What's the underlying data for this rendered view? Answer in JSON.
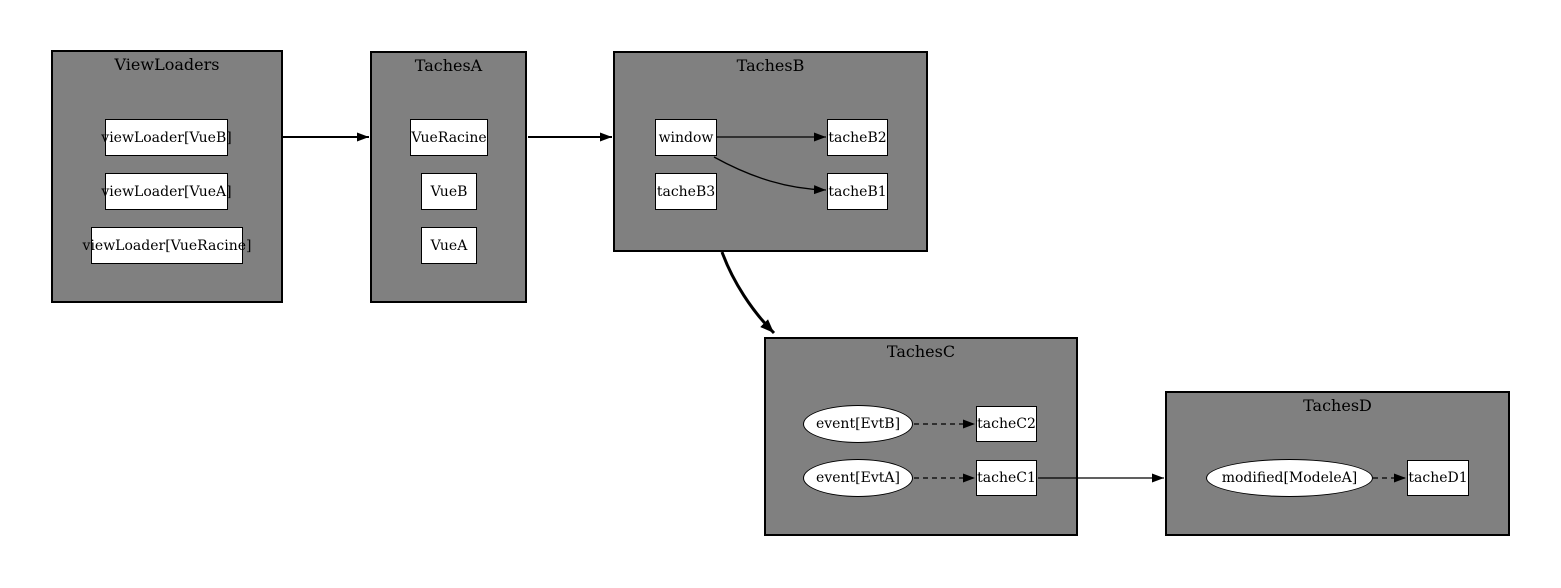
{
  "diagram": {
    "type": "flow-diagram",
    "colors": {
      "background": "#ffffff",
      "cluster_fill": "#808080",
      "cluster_border": "#000000",
      "node_fill": "#ffffff",
      "node_border": "#000000",
      "edge_color": "#000000"
    },
    "clusters": [
      {
        "title": "ViewLoaders",
        "nodes": [
          {
            "label": "viewLoader[VueB]",
            "shape": "box"
          },
          {
            "label": "viewLoader[VueA]",
            "shape": "box"
          },
          {
            "label": "viewLoader[VueRacine]",
            "shape": "box"
          }
        ]
      },
      {
        "title": "TachesA",
        "nodes": [
          {
            "label": "VueRacine",
            "shape": "box"
          },
          {
            "label": "VueB",
            "shape": "box"
          },
          {
            "label": "VueA",
            "shape": "box"
          }
        ]
      },
      {
        "title": "TachesB",
        "nodes": [
          {
            "label": "window",
            "shape": "box"
          },
          {
            "label": "tacheB3",
            "shape": "box"
          },
          {
            "label": "tacheB2",
            "shape": "box"
          },
          {
            "label": "tacheB1",
            "shape": "box"
          }
        ]
      },
      {
        "title": "TachesC",
        "nodes": [
          {
            "label": "event[EvtB]",
            "shape": "ellipse"
          },
          {
            "label": "event[EvtA]",
            "shape": "ellipse"
          },
          {
            "label": "tacheC2",
            "shape": "box"
          },
          {
            "label": "tacheC1",
            "shape": "box"
          }
        ]
      },
      {
        "title": "TachesD",
        "nodes": [
          {
            "label": "modified[ModeleA]",
            "shape": "ellipse"
          },
          {
            "label": "tacheD1",
            "shape": "box"
          }
        ]
      }
    ],
    "edges": [
      {
        "from": "ViewLoaders",
        "to": "TachesA",
        "style": "solid",
        "weight": "bold"
      },
      {
        "from": "TachesA",
        "to": "TachesB",
        "style": "solid",
        "weight": "bold"
      },
      {
        "from": "TachesB",
        "to": "TachesC",
        "style": "solid",
        "weight": "bolder"
      },
      {
        "from": "window",
        "to": "tacheB2",
        "style": "solid",
        "weight": "normal"
      },
      {
        "from": "window",
        "to": "tacheB1",
        "style": "solid",
        "weight": "normal"
      },
      {
        "from": "event[EvtB]",
        "to": "tacheC2",
        "style": "dashed",
        "weight": "normal"
      },
      {
        "from": "event[EvtA]",
        "to": "tacheC1",
        "style": "dashed",
        "weight": "normal"
      },
      {
        "from": "tacheC1",
        "to": "TachesD",
        "style": "solid",
        "weight": "normal"
      },
      {
        "from": "modified[ModeleA]",
        "to": "tacheD1",
        "style": "dashed",
        "weight": "normal"
      }
    ]
  }
}
